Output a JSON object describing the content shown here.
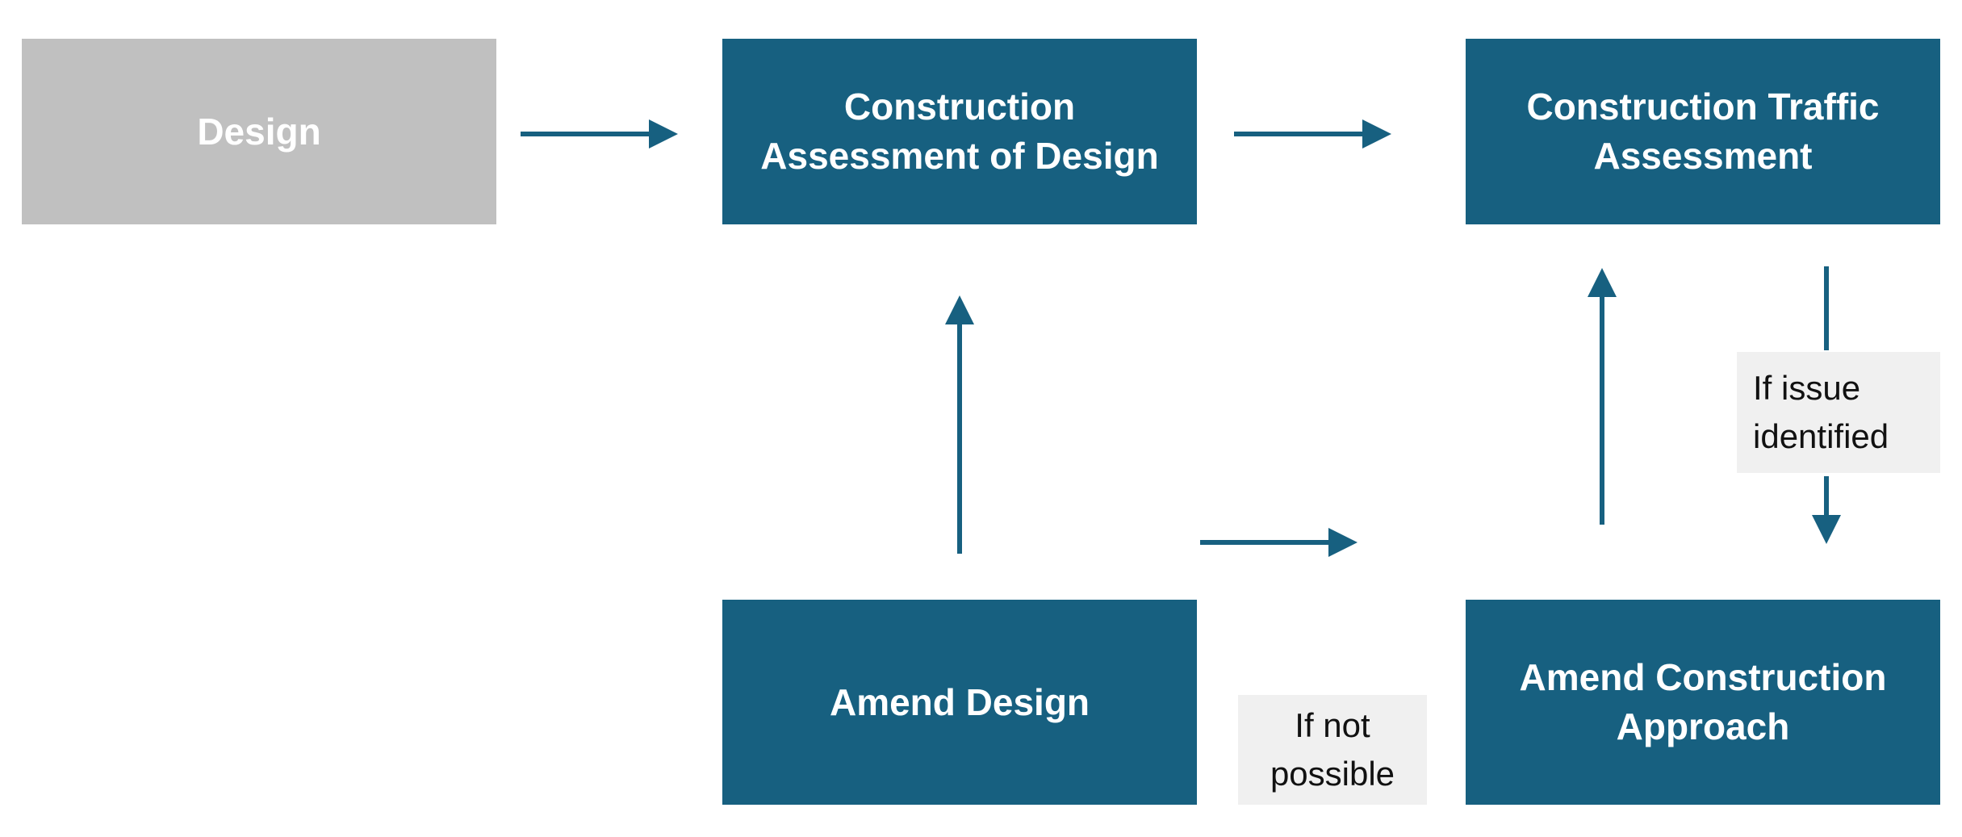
{
  "diagram": {
    "boxes": {
      "design": {
        "label": "Design",
        "fill": "#c0c0c0"
      },
      "construction_assessment": {
        "label_line1": "Construction",
        "label_line2": "Assessment of Design",
        "fill": "#176080"
      },
      "traffic_assessment": {
        "label_line1": "Construction Traffic",
        "label_line2": "Assessment",
        "fill": "#176080"
      },
      "amend_design": {
        "label": "Amend Design",
        "fill": "#176080"
      },
      "amend_construction": {
        "label_line1": "Amend Construction",
        "label_line2": "Approach",
        "fill": "#176080"
      }
    },
    "notes": {
      "if_issue": {
        "line1": "If issue",
        "line2": "identified"
      },
      "if_not_possible": {
        "line1": "If not",
        "line2": "possible"
      }
    },
    "colors": {
      "arrow": "#176080",
      "note_background": "#f0f0f0"
    }
  }
}
